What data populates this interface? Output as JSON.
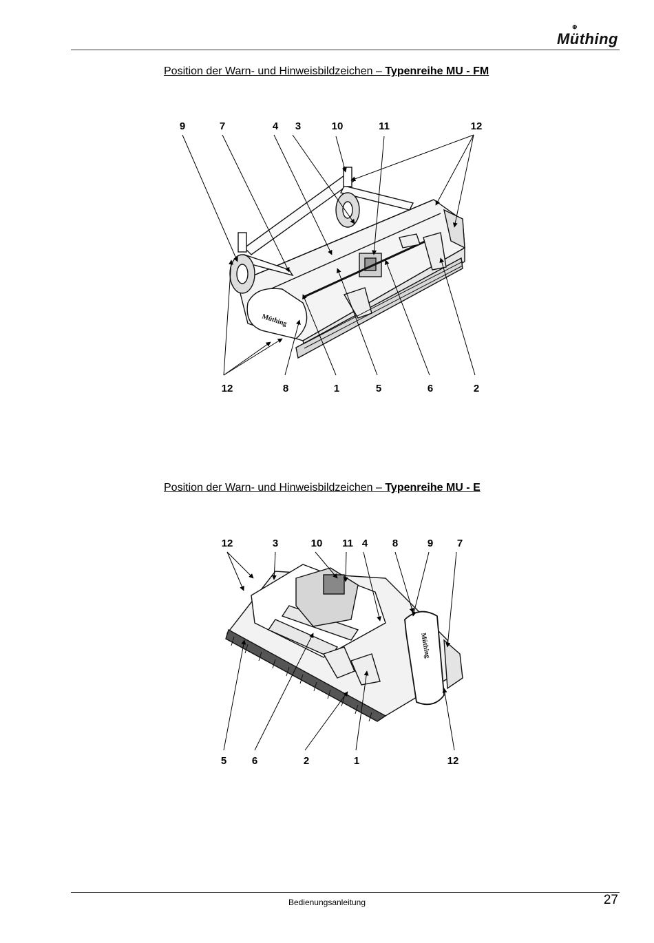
{
  "header": {
    "logo_text": "Müthing",
    "logo_mark": "⊕"
  },
  "figure1": {
    "heading_normal": "Position der Warn- und Hinweisbildzeichen – ",
    "heading_bold": "Typenreihe MU - FM",
    "machine_label": "Müthing",
    "top_numbers": [
      "9",
      "7",
      "4",
      "3",
      "10",
      "11",
      "12"
    ],
    "bottom_numbers": [
      "12",
      "8",
      "1",
      "5",
      "6",
      "2"
    ]
  },
  "figure2": {
    "heading_normal": "Position der Warn- und Hinweisbildzeichen – ",
    "heading_bold": "Typenreihe MU - E",
    "machine_label": "Müthing",
    "top_numbers": [
      "12",
      "3",
      "10",
      "11",
      "4",
      "8",
      "9",
      "7"
    ],
    "bottom_numbers": [
      "5",
      "6",
      "2",
      "1",
      "12"
    ]
  },
  "footer": {
    "text": "Bedienungsanleitung",
    "page_number": "27"
  }
}
